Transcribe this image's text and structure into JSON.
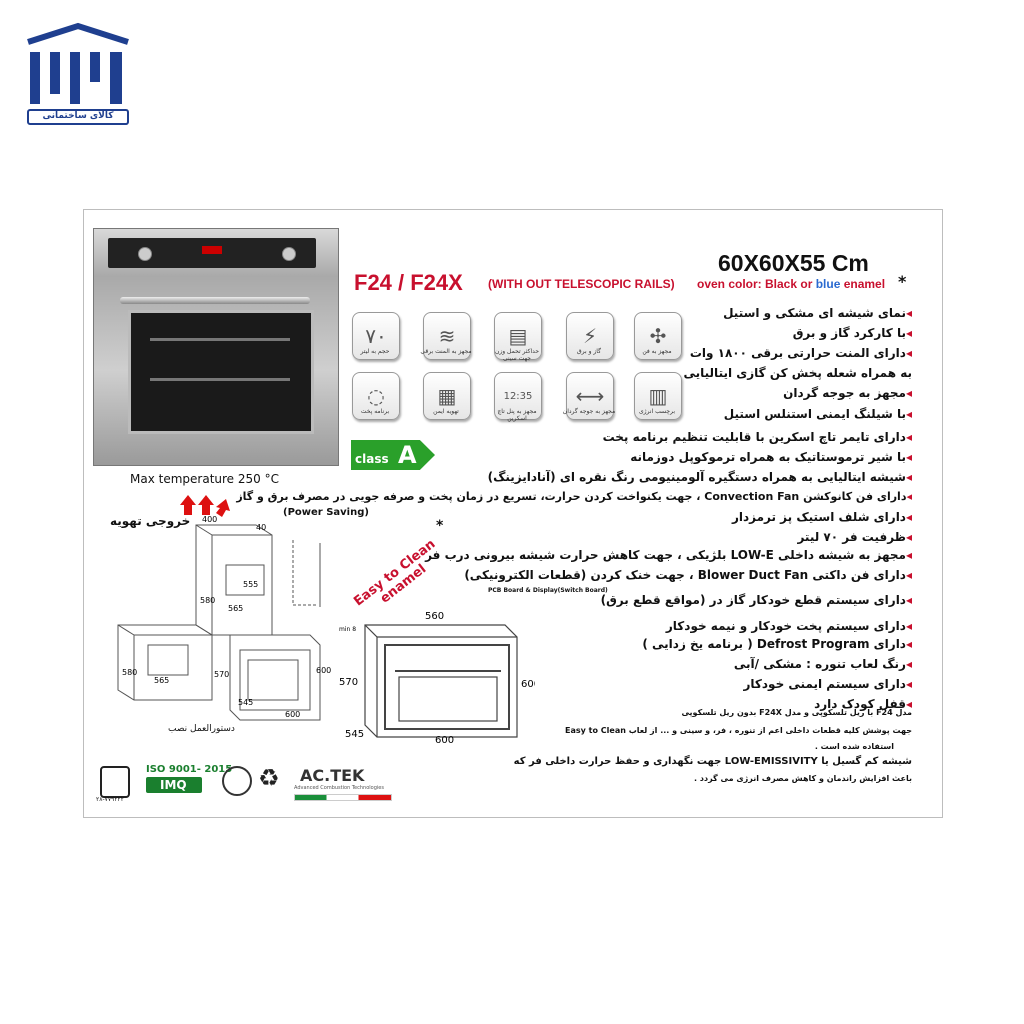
{
  "logo": {
    "caption": "کالای ساختمانی"
  },
  "product": {
    "model": "F24 / F24X",
    "model_note": "(WITH OUT TELESCOPIC  RAILS)",
    "dimensions": "60X60X55 Cm",
    "dim_star": "*",
    "color_label": "oven color: Black",
    "color_or": " or ",
    "color_blue": "blue",
    "color_enamel": " enamel",
    "max_temperature": "Max temperature 250 °C",
    "energy_class_label": "class",
    "energy_class_letter": "A"
  },
  "feature_icons": [
    {
      "icon": "capacity-70",
      "symbol": "۷۰",
      "caption": "حجم به لیتر"
    },
    {
      "icon": "grill-icon",
      "symbol": "≋",
      "caption": "مجهز به المنت برقی"
    },
    {
      "icon": "weight-icon",
      "symbol": "▤",
      "caption": "حداکثر تحمل وزن جهت سینی"
    },
    {
      "icon": "gas-electric-icon",
      "symbol": "⚡",
      "caption": "گاز و برق"
    },
    {
      "icon": "fan-icon",
      "symbol": "✣",
      "caption": "مجهز به فن"
    },
    {
      "icon": "programs-icon",
      "symbol": "◌",
      "caption": "برنامه پخت"
    },
    {
      "icon": "ventilation-icon",
      "symbol": "▦",
      "caption": "تهویه ایمن"
    },
    {
      "icon": "timer-icon",
      "symbol": "12:35",
      "caption": "مجهز به پنل تاچ اسکرین"
    },
    {
      "icon": "rotisserie-icon",
      "symbol": "⟷",
      "caption": "مجهز به جوجه گردان"
    },
    {
      "icon": "energy-label-icon",
      "symbol": "▥",
      "caption": "برچسب انرژی"
    }
  ],
  "features": [
    "نمای شیشه ای مشکی و استیل",
    "با کارکرد گاز و برق",
    "دارای المنت حرارتی برقی ۱۸۰۰ وات",
    "به همراه شعله پخش کن گازی ایتالیایی",
    "مجهز به جوجه گردان",
    "با شیلنگ ایمنی استنلس استیل",
    "دارای تایمر تاچ اسکرین با قابلیت تنظیم برنامه پخت",
    "با شیر ترموستاتیک به همراه ترموکوپل دوزمانه",
    "شیشه ایتالیایی به همراه دستگیره آلومینیومی رنگ نقره ای (آنادایزینگ)",
    "دارای فن کانوکشن Convection Fan ، جهت یکنواخت کردن حرارت، تسریع در زمان پخت و صرفه جویی در مصرف برق و گاز",
    "(Power Saving)",
    "دارای شلف استیک پز ترمزدار",
    "ظرفیت فر ۷۰ لیتر",
    "مجهز به شیشه داخلی LOW-E بلژیکی ، جهت کاهش حرارت شیشه بیرونی درب فر",
    "دارای فن داکتی Blower Duct Fan ، جهت خنک کردن (قطعات الکترونیکی)",
    "PCB Board & Display(Switch Board)",
    "دارای سیستم قطع خودکار گاز در (مواقع قطع برق)",
    "دارای سیستم پخت خودکار و نیمه خودکار",
    "دارای Defrost Program ( برنامه یخ زدایی )",
    "رنگ لعاب تنوره : مشکی /آبی",
    "دارای سیستم ایمنی خودکار",
    "قفل کودک دارد"
  ],
  "notes": [
    "مدل F24 با ریل تلسکوپی و مدل F24X بدون ریل تلسکوپی",
    "جهت پوشش کلیه قطعات داخلی اعم از تنوره ، فر، و سینی و ... از لعاب Easy to Clean",
    "استفاده شده است .",
    "شیشه کم گسیل یا LOW-EMISSIVITY جهت نگهداری و حفظ حرارت داخلی فر که",
    "باعث افزایش راندمان و کاهش مصرف انرژی می گردد ."
  ],
  "install": {
    "exhaust_label": "خروجی تهویه",
    "install_label": "دستورالعمل نصب",
    "easy_clean_1": "Easy to Clean",
    "easy_clean_2": "enamel",
    "dims": {
      "w400": "400",
      "d40": "40",
      "h555": "555",
      "h580": "580",
      "d565": "565",
      "h570": "570",
      "d545": "545",
      "w600": "600",
      "h600": "600",
      "w560": "560",
      "min8": "min 8"
    }
  },
  "certs": {
    "iso": "ISO 9001- 2015",
    "imq": "IMQ",
    "brand": "AC.TEK",
    "brand_sub": "Advanced Combustion Technologies",
    "std_number": "۲۸-۷۷۹۲۲۲"
  }
}
